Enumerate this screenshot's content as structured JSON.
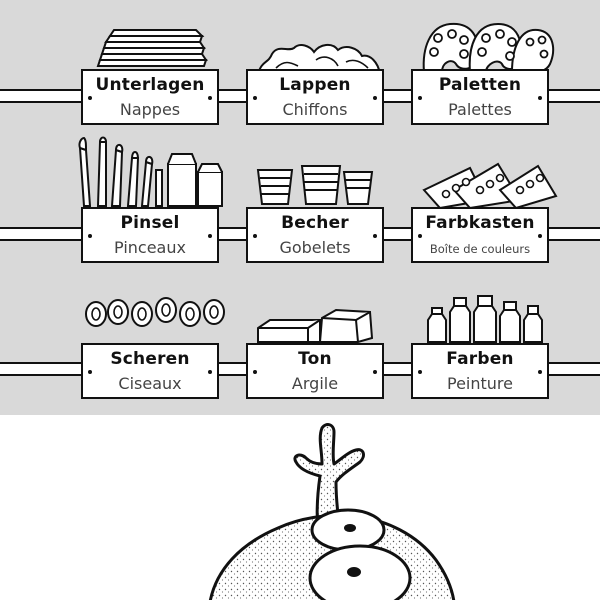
{
  "bins": [
    {
      "id": "unterlagen",
      "de": "Unterlagen",
      "fr": "Nappes"
    },
    {
      "id": "lappen",
      "de": "Lappen",
      "fr": "Chiffons"
    },
    {
      "id": "paletten",
      "de": "Paletten",
      "fr": "Palettes"
    },
    {
      "id": "pinsel",
      "de": "Pinsel",
      "fr": "Pinceaux"
    },
    {
      "id": "becher",
      "de": "Becher",
      "fr": "Gobelets"
    },
    {
      "id": "farbkasten",
      "de": "Farbkasten",
      "fr": "Boîte de couleurs"
    },
    {
      "id": "scheren",
      "de": "Scheren",
      "fr": "Ciseaux"
    },
    {
      "id": "ton",
      "de": "Ton",
      "fr": "Argile"
    },
    {
      "id": "farben",
      "de": "Farben",
      "fr": "Peinture"
    }
  ],
  "colors": {
    "wall": "#d9d9d9",
    "floor": "#ffffff",
    "ink": "#111111",
    "label_secondary": "#444444"
  }
}
